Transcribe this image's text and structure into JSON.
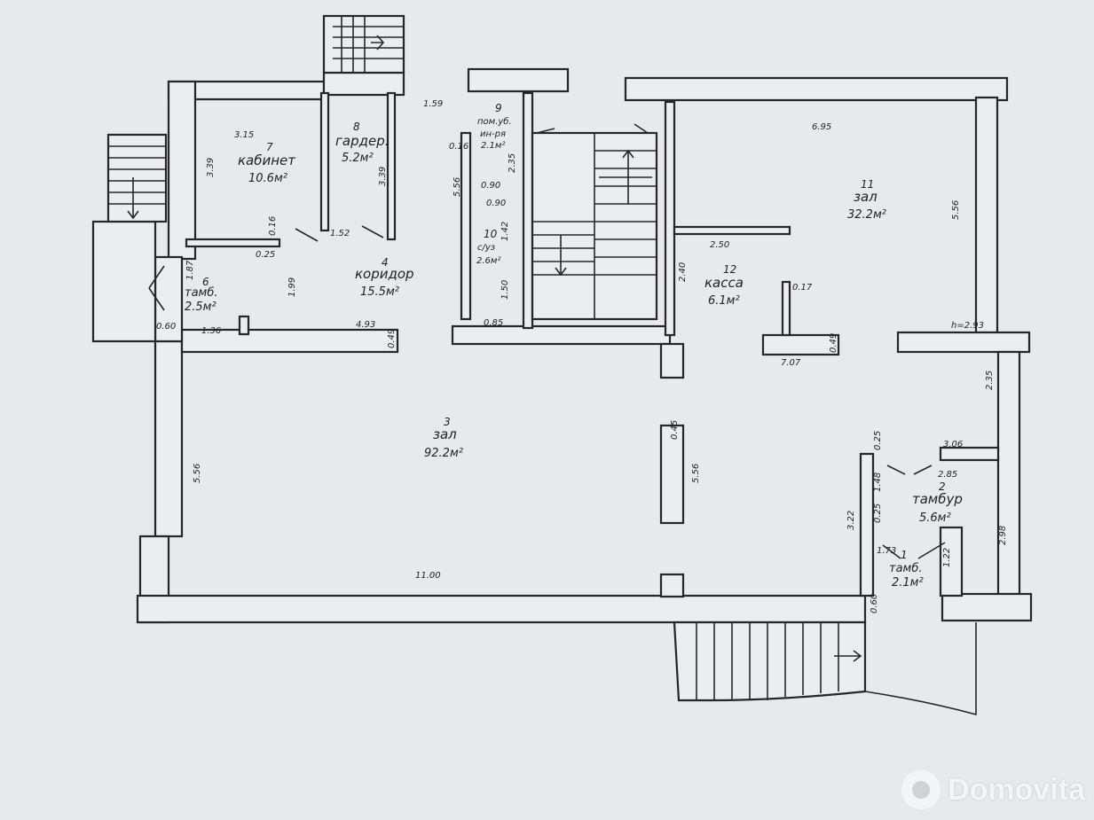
{
  "rooms": [
    {
      "num": "1",
      "name": "тамб.",
      "area": "2.1м²"
    },
    {
      "num": "2",
      "name": "тамбур",
      "area": "5.6м²"
    },
    {
      "num": "3",
      "name": "зал",
      "area": "92.2м²"
    },
    {
      "num": "4",
      "name": "коридор",
      "area": "15.5м²"
    },
    {
      "num": "6",
      "name": "тамб.",
      "area": "2.5м²"
    },
    {
      "num": "7",
      "name": "кабинет",
      "area": "10.6м²"
    },
    {
      "num": "8",
      "name": "гардер.",
      "area": "5.2м²"
    },
    {
      "num": "9",
      "name": "пом.уб.",
      "name2": "ин-ря",
      "area": "2.1м²"
    },
    {
      "num": "10",
      "name": "с/уз",
      "area": "2.6м²"
    },
    {
      "num": "11",
      "name": "зал",
      "area": "32.2м²"
    },
    {
      "num": "12",
      "name": "касса",
      "area": "6.1м²"
    }
  ],
  "dimensions": [
    "3.15",
    "3.39",
    "3.39",
    "1.59",
    "0.16",
    "5.56",
    "2.35",
    "0.90",
    "0.90",
    "1.42",
    "1.50",
    "0.85",
    "1.52",
    "0.16",
    "0.25",
    "1.87",
    "1.99",
    "4.93",
    "0.60",
    "1.36",
    "0.49",
    "6.95",
    "5.56",
    "2.50",
    "2.40",
    "0.17",
    "h=2.93",
    "7.07",
    "0.49",
    "2.35",
    "0.45",
    "5.56",
    "5.56",
    "11.00",
    "0.25",
    "3.06",
    "2.85",
    "1.48",
    "0.25",
    "3.22",
    "1.73",
    "1.22",
    "2.98",
    "0.60"
  ],
  "watermark": "Domovita",
  "colors": {
    "paper": "#e8e9ed",
    "lines": "#262626"
  }
}
